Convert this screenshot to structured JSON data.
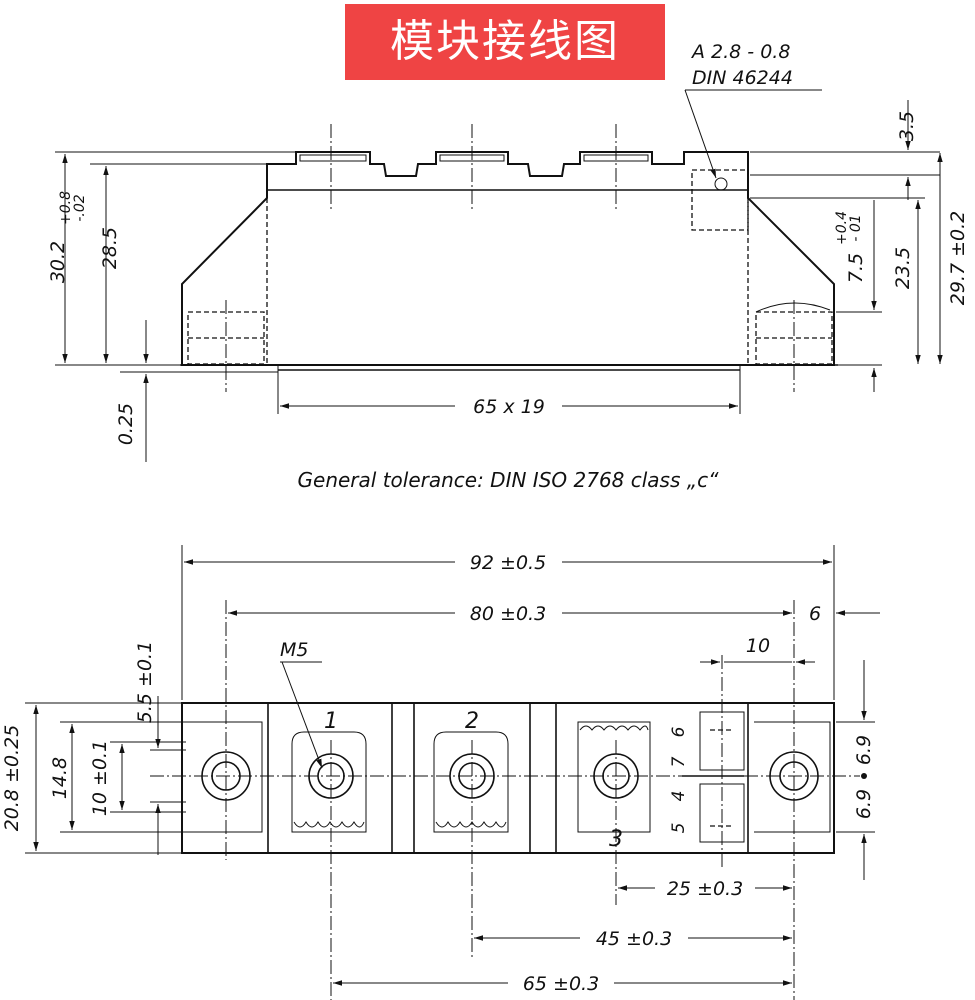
{
  "title": "模块接线图",
  "colors": {
    "banner": "#ef4444",
    "line": "#111111"
  },
  "side_view": {
    "tab_spec": [
      "A 2.8 - 0.8",
      "DIN 46244"
    ],
    "dims": {
      "d_3_5": "3.5",
      "d_30_2": "30.2",
      "d_30_2_tol_up": "+0.8",
      "d_30_2_tol_dn": "-.02",
      "d_28_5": "28.5",
      "d_7_5": "7.5",
      "d_7_5_tol_up": "+0.4",
      "d_7_5_tol_dn": "- 01",
      "d_23_5": "23.5",
      "d_29_7": "29.7 ±0.2",
      "d_0_25": "0.25",
      "d_65x19": "65 x 19"
    }
  },
  "tolerance_note": "General tolerance: DIN ISO 2768 class „c“",
  "top_view": {
    "thread": "M5",
    "terminals": [
      "1",
      "2",
      "3"
    ],
    "aux_pins": [
      "6",
      "7",
      "4",
      "5"
    ],
    "dims": {
      "d_92": "92 ±0.5",
      "d_80": "80 ±0.3",
      "d_6": "6",
      "d_10": "10",
      "d_5_5": "5.5 ±0.1",
      "d_20_8": "20.8 ±0.25",
      "d_14_8": "14.8",
      "d_10_1": "10 ±0.1",
      "d_6_9a": "6.9",
      "d_6_9b": "6.9",
      "d_25": "25 ±0.3",
      "d_45": "45 ±0.3",
      "d_65": "65 ±0.3"
    }
  }
}
